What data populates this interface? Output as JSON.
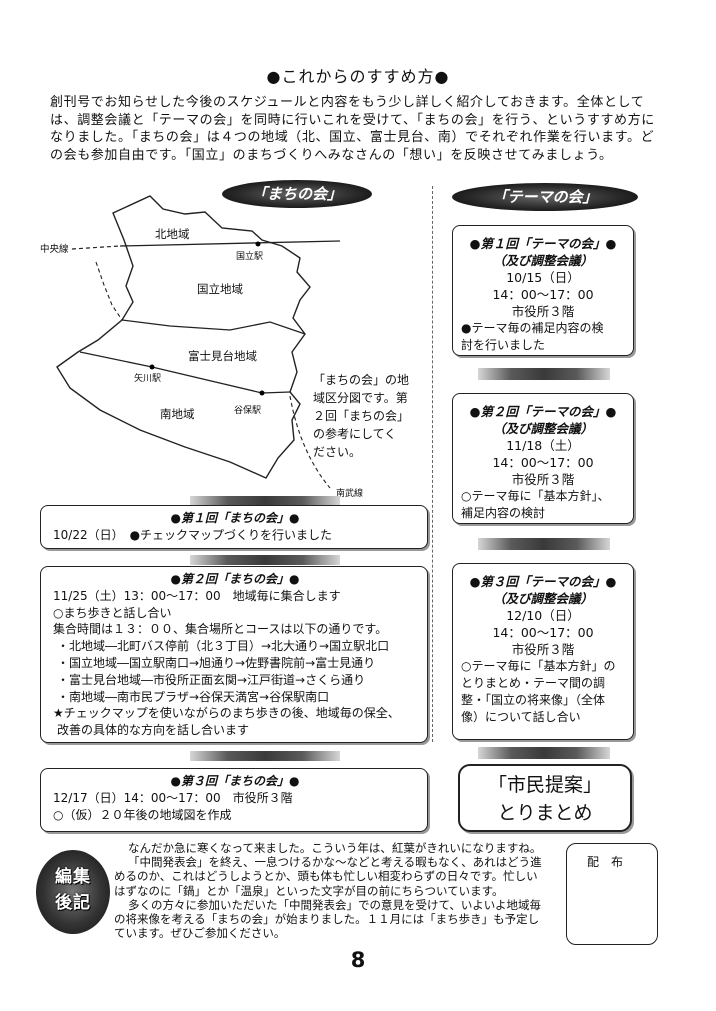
{
  "header": {
    "title": "●これからのすすめ方●",
    "intro_lines": [
      "創刊号でお知らせした今後のスケジュールと内容をもう少し詳しく紹介しておきます。全体として",
      "は、調整会議と「テーマの会」を同時に行いこれを受けて、「まちの会」を行う、というすすめ方に",
      "なりました。「まちの会」は４つの地域（北、国立、富士見台、南）でそれぞれ作業を行います。ど",
      "の会も参加自由です。「国立」のまちづくりへみなさんの「想い」を反映させてみましょう。"
    ]
  },
  "machi": {
    "banner": "「まちの会」",
    "map": {
      "labels": {
        "chuo_line": "中央線",
        "kita": "北地域",
        "kunitachi_station": "国立駅",
        "kunitachi": "国立地域",
        "fujimidai": "富士見台地域",
        "yagawa_station": "矢川駅",
        "minami": "南地域",
        "yaho_station": "谷保駅",
        "nambu_line": "南武線"
      },
      "caption_lines": [
        "「まちの会」の地",
        "域区分図です。第",
        "２回「まちの会」",
        "の参考にしてく",
        "ださい。"
      ]
    },
    "meetings": [
      {
        "heading": "●第１回「まちの会」●",
        "lines": [
          "10/22（日）　●チェックマップづくりを行いました"
        ]
      },
      {
        "heading": "●第２回「まちの会」●",
        "lines": [
          "11/25（土）13：00〜17：00　地域毎に集合します",
          "○まち歩きと話し合い",
          "集合時間は１３：００、集合場所とコースは以下の通りです。",
          "・北地域―北町バス停前（北３丁目）→北大通り→国立駅北口",
          "・国立地域―国立駅南口→旭通り→佐野書院前→富士見通り",
          "・富士見台地域―市役所正面玄関→江戸街道→さくら通り",
          "・南地域―南市民プラザ→谷保天満宮→谷保駅南口",
          "★チェックマップを使いながらのまち歩きの後、地域毎の保全、",
          "改善の具体的な方向を話し合います"
        ]
      },
      {
        "heading": "●第３回「まちの会」●",
        "lines": [
          "12/17（日）14：00〜17：00　市役所３階",
          "○（仮）２０年後の地域図を作成"
        ]
      }
    ]
  },
  "theme": {
    "banner": "「テーマの会」",
    "meetings": [
      {
        "heading": "●第１回「テーマの会」●",
        "sub": "（及び調整会議）",
        "date": "10/15（日）",
        "time": "14：00〜17：00",
        "place": "市役所３階",
        "note_lines": [
          "●テーマ毎の補足内容の検",
          "討を行いました"
        ]
      },
      {
        "heading": "●第２回「テーマの会」●",
        "sub": "（及び調整会議）",
        "date": "11/18（土）",
        "time": "14：00〜17：00",
        "place": "市役所３階",
        "note_lines": [
          "○テーマ毎に「基本方針」、",
          "補足内容の検討"
        ]
      },
      {
        "heading": "●第３回「テーマの会」●",
        "sub": "（及び調整会議）",
        "date": "12/10（日）",
        "time": "14：00〜17：00",
        "place": "市役所３階",
        "note_lines": [
          "○テーマ毎に「基本方針」の",
          "とりまとめ・テーマ間の調",
          "整・「国立の将来像」（全体",
          "像）について話し合い"
        ]
      }
    ],
    "final_lines": [
      "「市民提案」",
      "とりまとめ"
    ]
  },
  "editorial": {
    "badge_lines": [
      "編集",
      "後記"
    ],
    "lines": [
      "なんだか急に寒くなって来ました。こういう年は、紅葉がきれいになりますね。",
      "「中間発表会」を終え、一息つけるかな〜などと考える暇もなく、あれはどう進",
      "めるのか、これはどうしようとか、頭も体も忙しい相変わらずの日々です。忙しい",
      "はずなのに「鍋」とか「温泉」といった文字が目の前にちらついています。",
      "多くの方々に参加いただいた「中間発表会」での意見を受けて、いよいよ地域毎",
      "の将来像を考える「まちの会」が始まりました。１１月には「まち歩き」も予定し",
      "ています。ぜひご参加ください。"
    ],
    "distribution_label": "配　布"
  },
  "footer": {
    "page_number": "8"
  }
}
